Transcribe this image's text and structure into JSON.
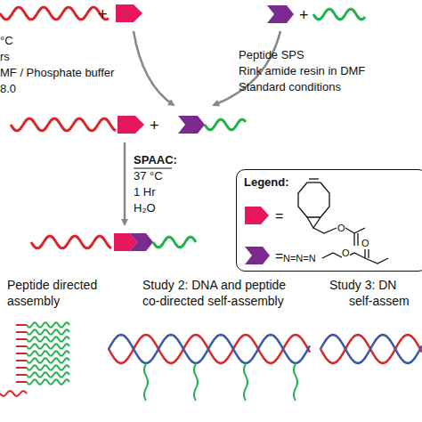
{
  "diagram": {
    "nodes": [
      {
        "text": [
          "Legend:"
        ]
      }
    ],
    "labels": [
      "°C",
      "rs",
      "MF / Phosphate buffer",
      "8.0",
      "+",
      "+",
      "Peptide SPS",
      "Rink amide resin in DMF",
      "Standard conditions",
      "+",
      "SPAAC:",
      "37 °C",
      "1 Hr",
      "H₂O",
      "=",
      "=",
      "O",
      "O",
      "N=N=N",
      "O",
      "Peptide directed",
      "assembly",
      "Study 2: DNA and peptide",
      "co-directed self-assembly",
      "Study 3: DN",
      "self-assem"
    ]
  }
}
